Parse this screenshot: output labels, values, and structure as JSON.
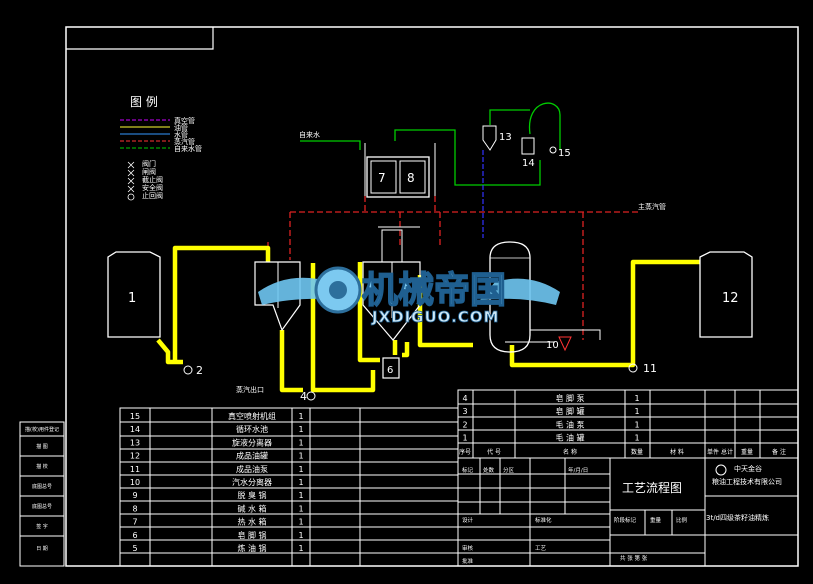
{
  "legend": {
    "title": "图 例",
    "items": [
      "真空管",
      "油管",
      "水管",
      "蒸汽管",
      "自来水管",
      "阀门",
      "闸阀",
      "截止阀",
      "安全阀",
      "止回阀"
    ]
  },
  "pipe_labels": {
    "water_in": "自来水",
    "main_steam": "主蒸汽管",
    "steam_bottom": "蒸汽出口"
  },
  "equipment_numbers": [
    "1",
    "2",
    "4",
    "6",
    "7",
    "8",
    "10",
    "11",
    "12",
    "13",
    "14",
    "15"
  ],
  "watermark": {
    "cn": "机械帝国",
    "en": "JXDIGUO.COM"
  },
  "parts_table": [
    {
      "no": "15",
      "name": "真空喷射机组",
      "qty": "1"
    },
    {
      "no": "14",
      "name": "循环水池",
      "qty": "1"
    },
    {
      "no": "13",
      "name": "旋液分离器",
      "qty": "1"
    },
    {
      "no": "12",
      "name": "成品油罐",
      "qty": "1"
    },
    {
      "no": "11",
      "name": "成品油泵",
      "qty": "1"
    },
    {
      "no": "10",
      "name": "汽水分离器",
      "qty": "1"
    },
    {
      "no": "9",
      "name": "脱 臭 锅",
      "qty": "1"
    },
    {
      "no": "8",
      "name": "碱 水 箱",
      "qty": "1"
    },
    {
      "no": "7",
      "name": "热 水 箱",
      "qty": "1"
    },
    {
      "no": "6",
      "name": "皂 脚 锅",
      "qty": "1"
    },
    {
      "no": "5",
      "name": "炼 油 锅",
      "qty": "1"
    }
  ],
  "upper_table": [
    {
      "no": "4",
      "name": "皂 脚 泵",
      "qty": "1"
    },
    {
      "no": "3",
      "name": "皂 脚 罐",
      "qty": "1"
    },
    {
      "no": "2",
      "name": "毛 油 泵",
      "qty": "1"
    },
    {
      "no": "1",
      "name": "毛 油 罐",
      "qty": "1"
    }
  ],
  "header_row": [
    "序号",
    "代 号",
    "名 称",
    "数量",
    "材 料",
    "单件 总计",
    "重量",
    "备 注"
  ],
  "left_strip": [
    "描(校)用件登记",
    "描 图",
    "描 校",
    "底图总号",
    "底图总号",
    "签 字",
    "日 期"
  ],
  "title_block": {
    "drawing_name": "工艺流程图",
    "company_line1": "中天金谷",
    "company_line2": "粮油工程技术有限公司",
    "project": "3t/d四级茶籽油精炼",
    "cells": [
      "标记",
      "处数",
      "分区",
      "设计",
      "标准化",
      "审核",
      "工艺",
      "批准",
      "阶段标记",
      "重量",
      "比例",
      "共 张 第 张",
      "年/月/日"
    ]
  }
}
